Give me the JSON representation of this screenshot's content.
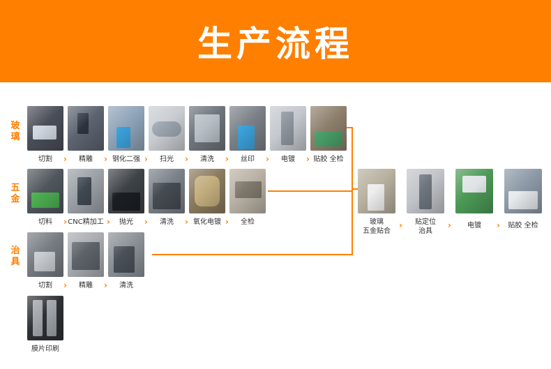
{
  "header": {
    "title": "生产流程"
  },
  "rows": [
    {
      "label": "玻璃",
      "steps": [
        "切割",
        "精雕",
        "钢化二强",
        "扫光",
        "清洗",
        "丝印",
        "电镀",
        "贴胶 全检"
      ]
    },
    {
      "label": "五金",
      "steps": [
        "切料",
        "CNC精加工",
        "抛光",
        "清洗",
        "氧化电镀",
        "全检"
      ]
    },
    {
      "label": "治具",
      "steps": [
        "切割",
        "精雕",
        "清洗"
      ]
    },
    {
      "label": "",
      "steps": [
        "膜片印刷"
      ]
    }
  ],
  "assembly": {
    "steps": [
      "玻璃\n五金贴合",
      "贴定位\n治具",
      "电镀",
      "贴胶 全检"
    ]
  },
  "colors": {
    "accent": "#ff7f00",
    "header_bg": "#ff7f00",
    "text": "#333333"
  }
}
